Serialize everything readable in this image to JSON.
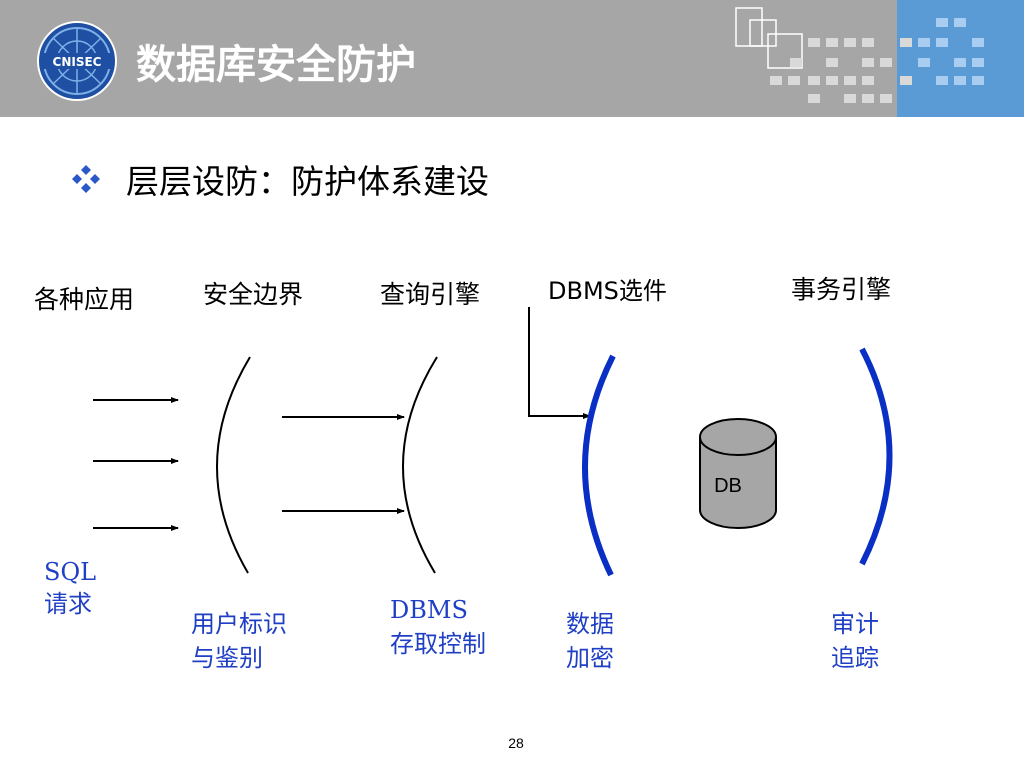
{
  "header": {
    "title": "数据库安全防护",
    "logo_text": "CNISEC",
    "band_color": "#a6a6a6",
    "accent_color": "#5b9bd5"
  },
  "bullet": {
    "icon": "diamond-bullet-icon",
    "text": "层层设防：防护体系建设"
  },
  "columns": [
    {
      "label": "各种应用"
    },
    {
      "label": "安全边界"
    },
    {
      "label": "查询引擎"
    },
    {
      "label": "DBMS选件"
    },
    {
      "label": "事务引擎"
    }
  ],
  "database": {
    "label": "DB"
  },
  "annotations": [
    {
      "line1": "SQL",
      "line2": "请求"
    },
    {
      "line1": "用户标识",
      "line2": "与鉴别"
    },
    {
      "line1": "DBMS",
      "line2": "存取控制"
    },
    {
      "line1": "数据",
      "line2": "加密"
    },
    {
      "line1": "审计",
      "line2": "追踪"
    }
  ],
  "colors": {
    "annotation": "#1f3fc4",
    "blue_bracket": "#0a2fc4",
    "db_fill": "#a6a6a6"
  },
  "page_number": "28"
}
